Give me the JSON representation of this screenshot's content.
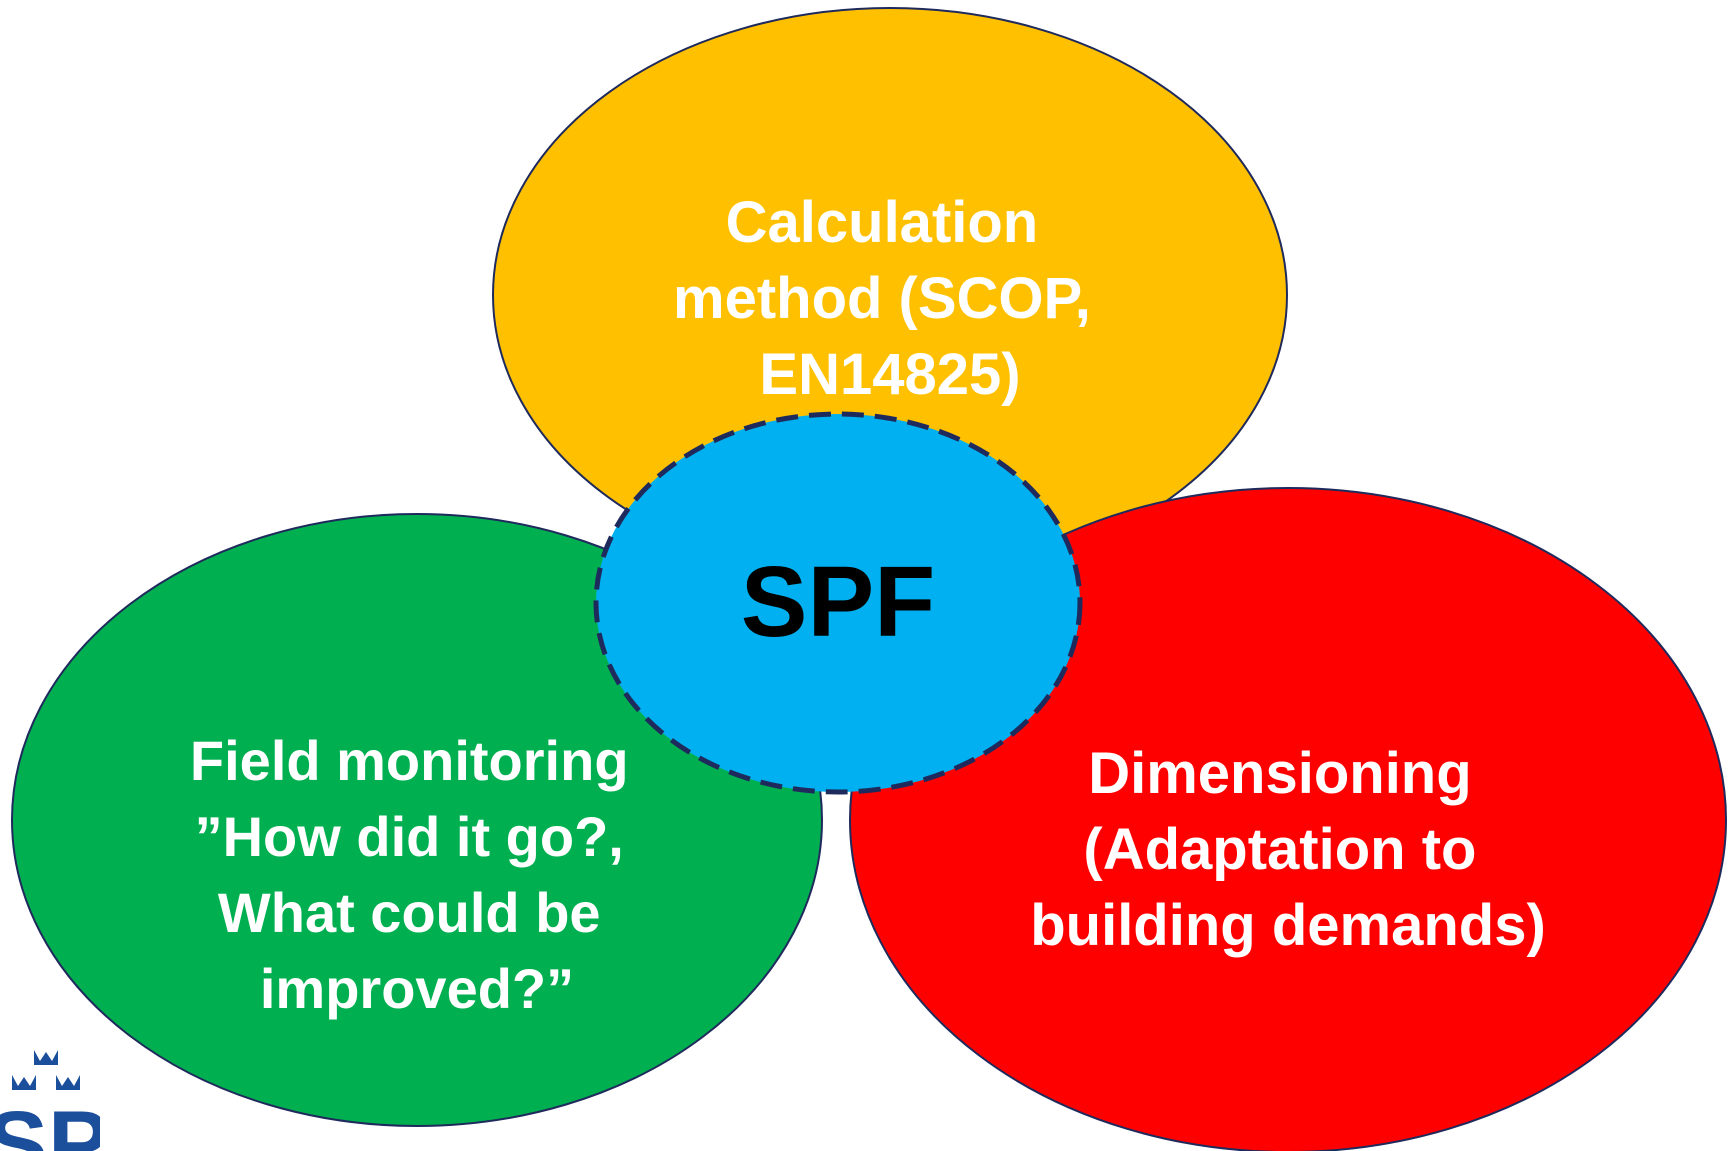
{
  "colors": {
    "top_circle": "#FFC000",
    "left_circle": "#00B050",
    "right_circle": "#FF0000",
    "center_circle": "#00B0F0",
    "outline": "#1F2A5C",
    "white_text": "#FFFFFF",
    "center_text": "#000000",
    "logo_blue": "#1B4E9B"
  },
  "nodes": {
    "top": {
      "lines": [
        "Calculation",
        "method (SCOP,",
        "EN14825)"
      ]
    },
    "left": {
      "lines": [
        "Field monitoring",
        "”How did it go?,",
        "What could be",
        "improved?”"
      ]
    },
    "right": {
      "lines": [
        "Dimensioning",
        "(Adaptation to",
        "building demands)"
      ]
    },
    "center": {
      "label": "SPF"
    }
  },
  "logo": {
    "icon": "three-crowns-icon",
    "text": "SP"
  }
}
